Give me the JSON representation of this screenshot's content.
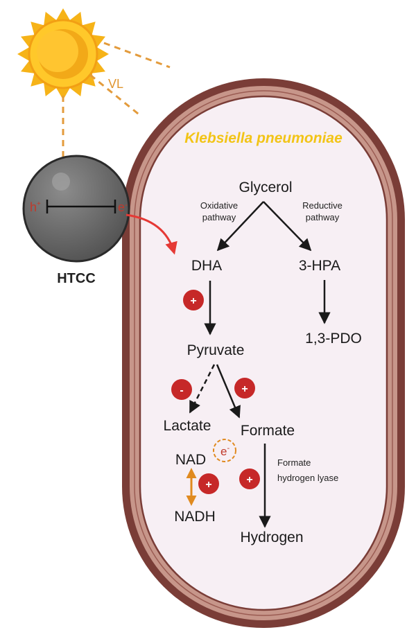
{
  "organism": "Klebsiella pneumoniae",
  "light": {
    "label": "VL"
  },
  "catalyst": {
    "name": "HTCC",
    "hole": "h",
    "hole_sup": "+",
    "electron": "e",
    "electron_sup": "-"
  },
  "pathways": {
    "oxidative": [
      "Oxidative",
      "pathway"
    ],
    "reductive": [
      "Reductive",
      "pathway"
    ]
  },
  "metabolites": {
    "glycerol": "Glycerol",
    "dha": "DHA",
    "hpa": "3-HPA",
    "pdo": "1,3-PDO",
    "pyruvate": "Pyruvate",
    "lactate": "Lactate",
    "formate": "Formate",
    "nad": "NAD",
    "nadh": "NADH",
    "hydrogen": "Hydrogen"
  },
  "enzyme": [
    "Formate",
    "hydrogen lyase"
  ],
  "cycle_electron": {
    "base": "e",
    "sup": "-"
  },
  "signs": {
    "plus": "+",
    "minus": "-"
  },
  "colors": {
    "wall_outer": "#7a3d37",
    "wall_band": "#c7968a",
    "wall_inner_line": "#9a5b52",
    "cytoplasm": "#f7eff4",
    "sun_outer": "#f6b318",
    "sun_inner": "#ffc82a",
    "sun_core": "#f2a918",
    "title": "#f2c416",
    "badge": "#c62828",
    "arrow": "#1a1a1a",
    "red_arrow": "#e53935",
    "orange": "#e08a1f",
    "sphere": "#6b6b6b"
  }
}
